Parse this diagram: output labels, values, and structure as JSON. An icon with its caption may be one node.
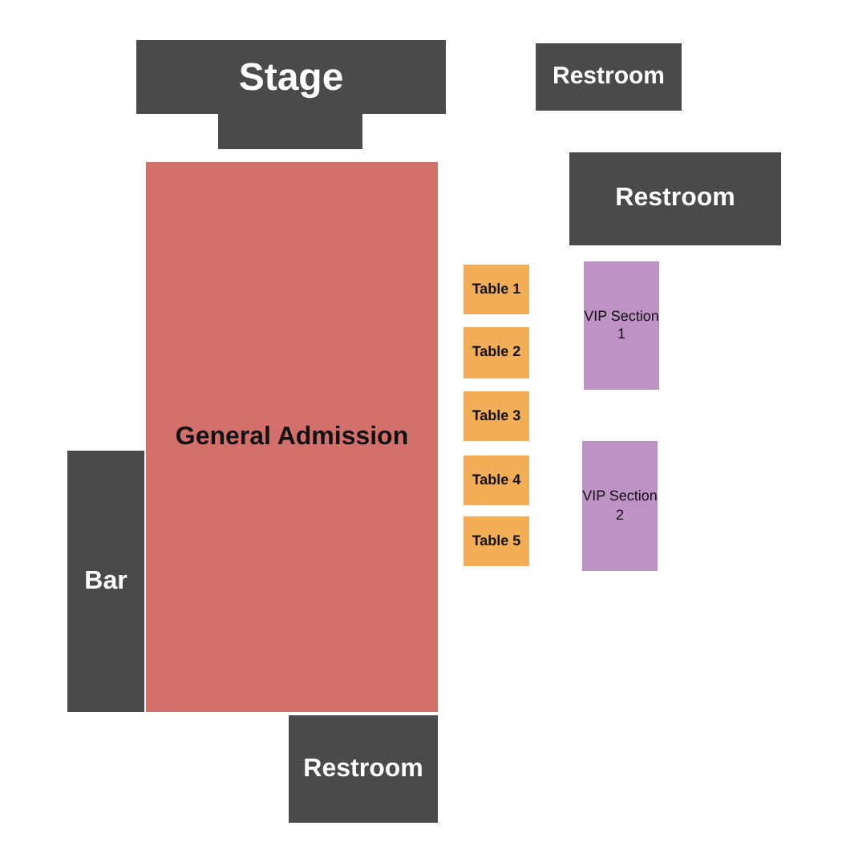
{
  "diagram": {
    "nodes": [
      {
        "text": [
          "Stage"
        ]
      },
      {
        "text": [
          "Restroom"
        ]
      },
      {
        "text": [
          "Restroom"
        ]
      },
      {
        "text": [
          "General Admission"
        ]
      },
      {
        "text": [
          "Table 1"
        ]
      },
      {
        "text": [
          "VIP Section 1"
        ]
      },
      {
        "text": [
          "Table 2"
        ]
      },
      {
        "text": [
          "Table 3"
        ]
      },
      {
        "text": [
          "Table 4"
        ]
      },
      {
        "text": [
          "VIP Section 2"
        ]
      },
      {
        "text": [
          "Table 5"
        ]
      },
      {
        "text": [
          "Bar"
        ]
      },
      {
        "text": [
          "Restroom"
        ]
      }
    ]
  }
}
